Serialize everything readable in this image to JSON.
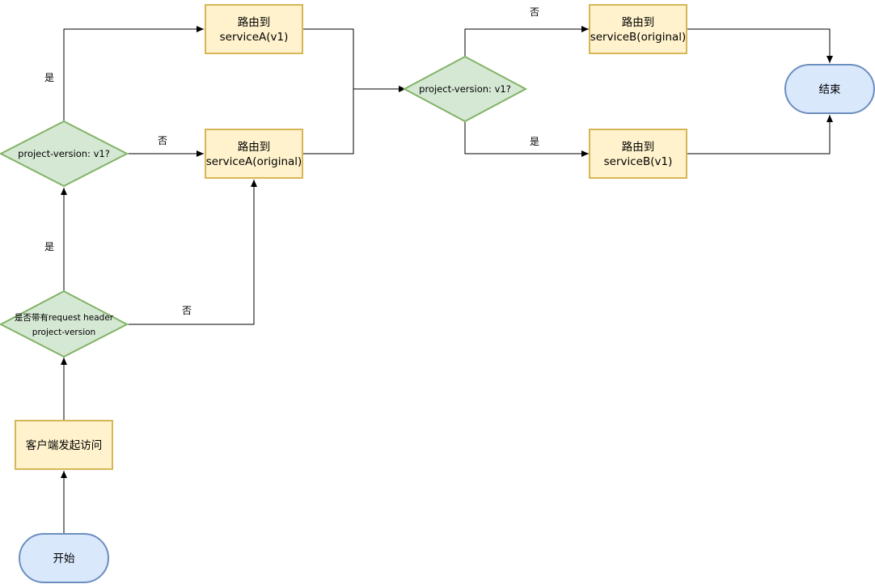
{
  "diagram": {
    "start": "开始",
    "end": "结束",
    "client": "客户端发起访问",
    "decision_header": [
      "是否带有request header",
      "project-version"
    ],
    "decision_version_a": "project-version: v1?",
    "decision_version_b": "project-version: v1?",
    "route_a_v1": [
      "路由到",
      "serviceA(v1)"
    ],
    "route_a_original": [
      "路由到",
      "serviceA(original)"
    ],
    "route_b_original": [
      "路由到",
      "serviceB(original)"
    ],
    "route_b_v1": [
      "路由到",
      "serviceB(v1)"
    ],
    "labels": {
      "header_yes": "是",
      "header_no": "否",
      "version_a_yes": "是",
      "version_a_no": "否",
      "version_b_no": "否",
      "version_b_yes": "是"
    }
  },
  "colors": {
    "terminal_fill": "#dae8fc",
    "terminal_stroke": "#6c8ebf",
    "process_fill": "#fff2cc",
    "process_stroke": "#d6b656",
    "decision_fill": "#d5e8d4",
    "decision_stroke": "#82b366",
    "edge": "#000000"
  }
}
